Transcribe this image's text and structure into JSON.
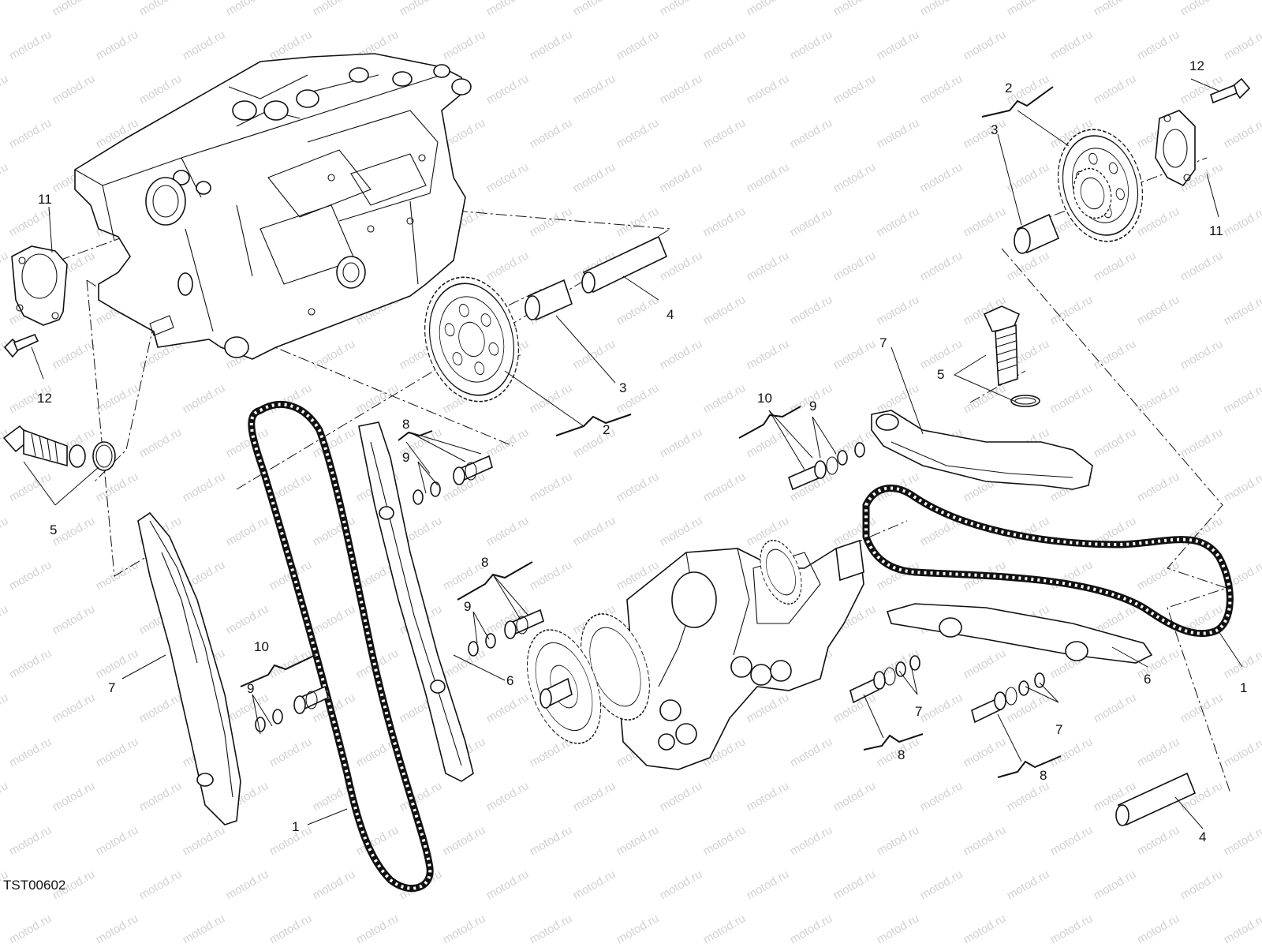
{
  "diagram": {
    "drawing_code": "TST00602",
    "watermark_text": "motod.ru",
    "callouts": [
      {
        "id": "c11a",
        "label": "11"
      },
      {
        "id": "c12a",
        "label": "12"
      },
      {
        "id": "c5a",
        "label": "5"
      },
      {
        "id": "c7a",
        "label": "7"
      },
      {
        "id": "c10a",
        "label": "10"
      },
      {
        "id": "c9a",
        "label": "9"
      },
      {
        "id": "c1a",
        "label": "1"
      },
      {
        "id": "c4a",
        "label": "4"
      },
      {
        "id": "c3a",
        "label": "3"
      },
      {
        "id": "c2a",
        "label": "2"
      },
      {
        "id": "c8a",
        "label": "8"
      },
      {
        "id": "c9b",
        "label": "9"
      },
      {
        "id": "c8b",
        "label": "8"
      },
      {
        "id": "c9c",
        "label": "9"
      },
      {
        "id": "c6a",
        "label": "6"
      },
      {
        "id": "c2b",
        "label": "2"
      },
      {
        "id": "c3b",
        "label": "3"
      },
      {
        "id": "c12b",
        "label": "12"
      },
      {
        "id": "c11b",
        "label": "11"
      },
      {
        "id": "c5b",
        "label": "5"
      },
      {
        "id": "c7b",
        "label": "7"
      },
      {
        "id": "c10b",
        "label": "10"
      },
      {
        "id": "c9d",
        "label": "9"
      },
      {
        "id": "c1b",
        "label": "1"
      },
      {
        "id": "c6b",
        "label": "6"
      },
      {
        "id": "c7c",
        "label": "7"
      },
      {
        "id": "c8c",
        "label": "8"
      },
      {
        "id": "c7d",
        "label": "7"
      },
      {
        "id": "c8d",
        "label": "8"
      },
      {
        "id": "c4b",
        "label": "4"
      }
    ]
  }
}
